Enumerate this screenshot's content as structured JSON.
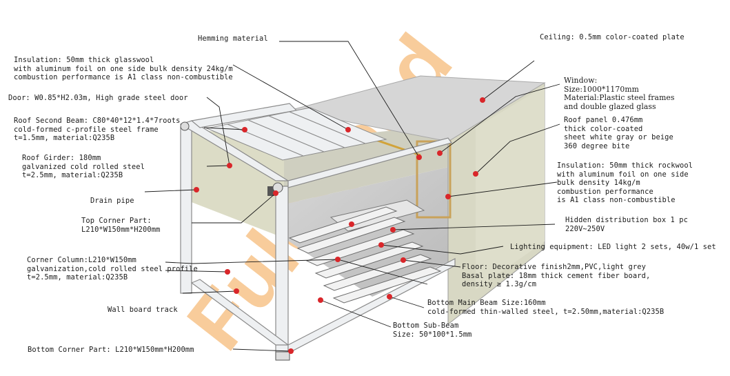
{
  "colors": {
    "accent": "#d9262a",
    "leader": "#1a1a1a",
    "frame": "#e7ebee",
    "wall": "#dcdcc6",
    "floor": "#c8c8c8",
    "roof": "#d5d5d5",
    "watermark_orange": "#f3a44a",
    "watermark_blue": "#7fb0dc"
  },
  "watermark": {
    "text": "Fuldhood"
  },
  "labels": {
    "hemming": {
      "lines": [
        "Hemming material"
      ]
    },
    "ceiling": {
      "lines": [
        "Ceiling: 0.5mm  color-coated plate"
      ]
    },
    "insulation_roof": {
      "lines": [
        "Insulation: 50mm thick glasswool",
        "with aluminum foil on one side bulk density 24kg/m",
        "combustion performance is A1 class non-combustible"
      ]
    },
    "window": {
      "lines": [
        "Window:",
        "Size:1000*1170mm",
        "Material:Plastic steel frames",
        "and double glazed glass"
      ]
    },
    "door": {
      "lines": [
        "Door: W0.85*H2.03m, High grade steel door"
      ]
    },
    "roof_panel": {
      "lines": [
        "Roof panel 0.476mm",
        "thick color-coated",
        "sheet white gray or beige",
        "360 degree bite"
      ]
    },
    "roof_second_beam": {
      "lines": [
        "Roof Second Beam: C80*40*12*1.4*7roots",
        "cold-formed c-profile steel frame",
        "t=1.5mm, material:Q235B"
      ]
    },
    "roof_girder": {
      "lines": [
        "Roof Girder: 180mm",
        "galvanized cold rolled steel",
        "t=2.5mm, material:Q235B"
      ]
    },
    "insulation_wall": {
      "lines": [
        "Insulation: 50mm thick  rockwool",
        "with aluminum foil on one side",
        "bulk density 14kg/m",
        "combustion performance",
        "is A1 class non-combustible"
      ]
    },
    "drain_pipe": {
      "lines": [
        "Drain pipe"
      ]
    },
    "top_corner": {
      "lines": [
        "Top Corner Part:",
        "L210*W150mm*H200mm"
      ]
    },
    "distribution_box": {
      "lines": [
        "Hidden distribution box 1 pc",
        "220V~250V"
      ]
    },
    "lighting": {
      "lines": [
        "Lighting equipment: LED light 2 sets, 40w/1 set"
      ]
    },
    "corner_column": {
      "lines": [
        "Corner Column:L210*W150mm",
        "galvanization,cold rolled steel profile",
        "t=2.5mm, material:Q235B"
      ]
    },
    "floor": {
      "lines": [
        "Floor: Decorative finish2mm,PVC,light grey",
        "Basal plate: 18mm thick cement fiber board,",
        "density ≥ 1.3g/cm"
      ]
    },
    "wall_board_track": {
      "lines": [
        "Wall board track"
      ]
    },
    "bottom_main_beam": {
      "lines": [
        "Bottom Main Beam Size:160mm",
        "cold-formed thin-walled steel, t=2.50mm,material:Q235B"
      ]
    },
    "bottom_sub_beam": {
      "lines": [
        "Bottom Sub-Beam",
        "Size: 50*100*1.5mm"
      ]
    },
    "bottom_corner": {
      "lines": [
        "Bottom Corner Part: L210*W150mm*H200mm"
      ]
    }
  }
}
